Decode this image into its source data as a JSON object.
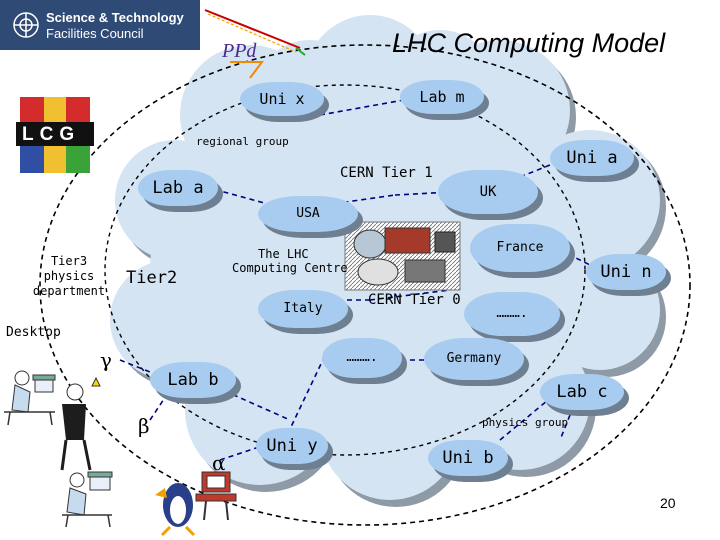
{
  "header": {
    "title": "LHC Computing Model",
    "org_logo_line1": "Science & Technology",
    "org_logo_line2": "Facilities Council",
    "ppd_logo": "PPd",
    "lcg_logo": "LCG"
  },
  "diagram": {
    "center": {
      "line1": "The LHC",
      "line2": "Computing Centre"
    },
    "labels": {
      "cern_tier1": "CERN Tier 1",
      "cern_tier0": "CERN Tier 0",
      "tier2": "Tier2",
      "tier3_line1": "Tier3",
      "tier3_line2": "physics",
      "tier3_line3": "department",
      "desktop": "Desktop",
      "regional_group": "regional group",
      "physics_group": "physics group"
    },
    "nodes": {
      "uni_x": "Uni x",
      "lab_m": "Lab m",
      "uni_a": "Uni a",
      "lab_a": "Lab a",
      "uk": "UK",
      "usa": "USA",
      "france": "France",
      "uni_n": "Uni n",
      "italy": "Italy",
      "dots_right": "……….",
      "dots_bottom": "……….",
      "germany": "Germany",
      "lab_b": "Lab b",
      "lab_c": "Lab c",
      "uni_y": "Uni y",
      "uni_b": "Uni b"
    },
    "greek": {
      "gamma": "γ",
      "beta": "β",
      "alpha": "α"
    },
    "colors": {
      "cloud": "#d4e4f3",
      "cloud_shadow": "#8e9aa6",
      "node_fill": "#a8ccef",
      "node_shadow": "#6d7f91",
      "ring": "#000000",
      "link": "#000080"
    }
  },
  "footer": {
    "page_number": "20"
  }
}
